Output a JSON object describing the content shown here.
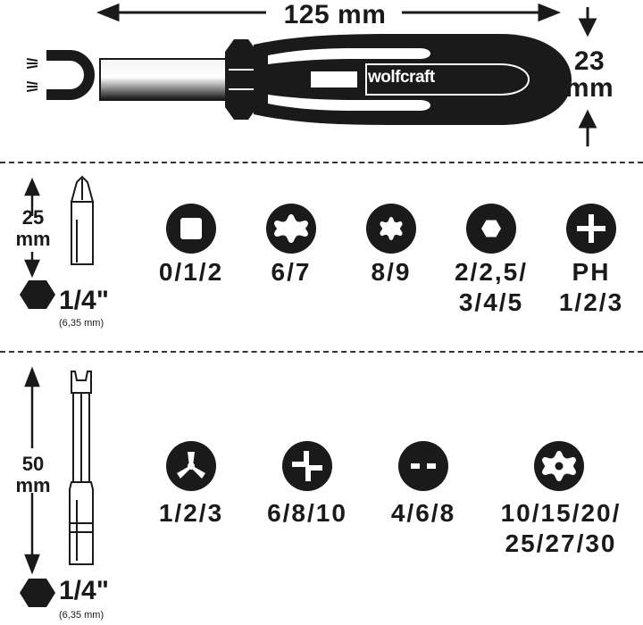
{
  "header": {
    "length_label": "125 mm",
    "diameter_value": "23",
    "diameter_unit": "mm",
    "brand": "wolfcraft"
  },
  "row1": {
    "bit_length_value": "25",
    "bit_length_unit": "mm",
    "shank_size": "1/4\"",
    "shank_mm": "(6,35 mm)",
    "bits": [
      {
        "icon": "square-drive-icon",
        "label_line1": "0/1/2",
        "label_line2": ""
      },
      {
        "icon": "torx-6-icon",
        "label_line1": "6/7",
        "label_line2": ""
      },
      {
        "icon": "torx-small-icon",
        "label_line1": "8/9",
        "label_line2": ""
      },
      {
        "icon": "hex-drive-icon",
        "label_line1": "2/2,5/",
        "label_line2": "3/4/5"
      },
      {
        "icon": "phillips-icon",
        "label_line1": "PH",
        "label_line2": "1/2/3"
      }
    ]
  },
  "row2": {
    "bit_length_value": "50",
    "bit_length_unit": "mm",
    "shank_size": "1/4\"",
    "shank_mm": "(6,35 mm)",
    "bits": [
      {
        "icon": "tri-wing-icon",
        "label_line1": "1/2/3",
        "label_line2": ""
      },
      {
        "icon": "torq-set-icon",
        "label_line1": "6/8/10",
        "label_line2": ""
      },
      {
        "icon": "spanner-icon",
        "label_line1": "4/6/8",
        "label_line2": ""
      },
      {
        "icon": "torx-tamper-icon",
        "label_line1": "10/15/20/",
        "label_line2": "25/27/30"
      }
    ]
  }
}
